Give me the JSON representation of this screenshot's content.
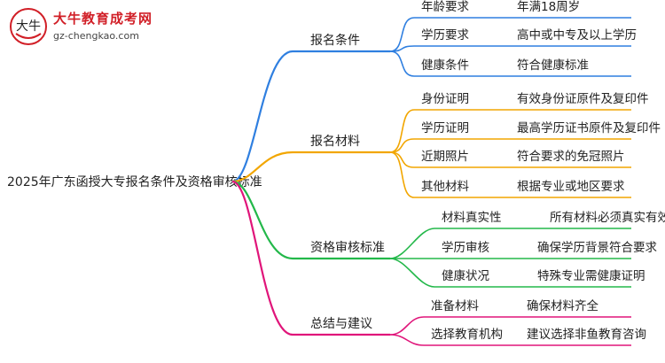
{
  "logo": {
    "mark_text": "大牛",
    "title": "大牛教育成考网",
    "url": "gz-chengkao.com"
  },
  "root": "2025年广东函授大专报名条件及资格审核标准",
  "colors": {
    "blue": "#2f7fe0",
    "orange": "#f2a600",
    "green": "#23b84a",
    "magenta": "#e0157a"
  },
  "branches": [
    {
      "label": "报名条件",
      "color": "blue",
      "items": [
        {
          "key": "年龄要求",
          "value": "年满18周岁"
        },
        {
          "key": "学历要求",
          "value": "高中或中专及以上学历"
        },
        {
          "key": "健康条件",
          "value": "符合健康标准"
        }
      ]
    },
    {
      "label": "报名材料",
      "color": "orange",
      "items": [
        {
          "key": "身份证明",
          "value": "有效身份证原件及复印件"
        },
        {
          "key": "学历证明",
          "value": "最高学历证书原件及复印件"
        },
        {
          "key": "近期照片",
          "value": "符合要求的免冠照片"
        },
        {
          "key": "其他材料",
          "value": "根据专业或地区要求"
        }
      ]
    },
    {
      "label": "资格审核标准",
      "color": "green",
      "items": [
        {
          "key": "材料真实性",
          "value": "所有材料必须真实有效"
        },
        {
          "key": "学历审核",
          "value": "确保学历背景符合要求"
        },
        {
          "key": "健康状况",
          "value": "特殊专业需健康证明"
        }
      ]
    },
    {
      "label": "总结与建议",
      "color": "magenta",
      "items": [
        {
          "key": "准备材料",
          "value": "确保材料齐全"
        },
        {
          "key": "选择教育机构",
          "value": "建议选择非鱼教育咨询"
        }
      ]
    }
  ]
}
